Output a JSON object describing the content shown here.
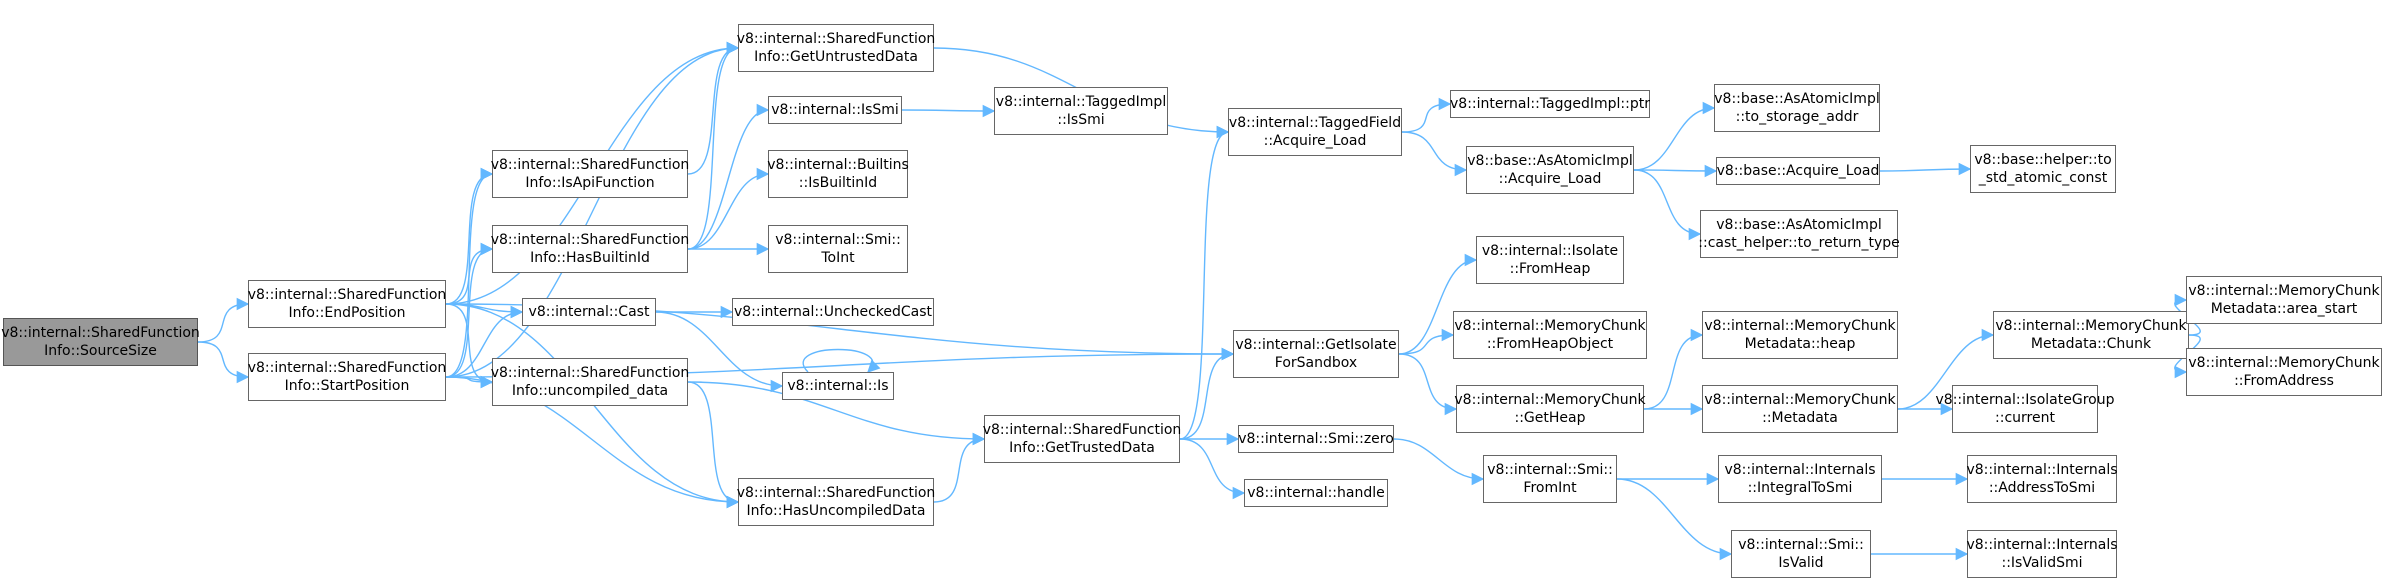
{
  "colors": {
    "edge": "#63b8ff",
    "node_border": "#666666",
    "root_fill": "#999999"
  },
  "nodes": [
    {
      "id": "root",
      "lines": [
        "v8::internal::SharedFunction",
        "Info::SourceSize"
      ],
      "root": true
    },
    {
      "id": "endpos",
      "lines": [
        "v8::internal::SharedFunction",
        "Info::EndPosition"
      ]
    },
    {
      "id": "startpos",
      "lines": [
        "v8::internal::SharedFunction",
        "Info::StartPosition"
      ]
    },
    {
      "id": "getuntrusted",
      "lines": [
        "v8::internal::SharedFunction",
        "Info::GetUntrustedData"
      ]
    },
    {
      "id": "isapi",
      "lines": [
        "v8::internal::SharedFunction",
        "Info::IsApiFunction"
      ]
    },
    {
      "id": "hasbuiltin",
      "lines": [
        "v8::internal::SharedFunction",
        "Info::HasBuiltinId"
      ]
    },
    {
      "id": "cast",
      "lines": [
        "v8::internal::Cast"
      ]
    },
    {
      "id": "uncompiled",
      "lines": [
        "v8::internal::SharedFunction",
        "Info::uncompiled_data"
      ]
    },
    {
      "id": "hasuncompiled",
      "lines": [
        "v8::internal::SharedFunction",
        "Info::HasUncompiledData"
      ]
    },
    {
      "id": "issmi",
      "lines": [
        "v8::internal::IsSmi"
      ]
    },
    {
      "id": "isbuiltinid",
      "lines": [
        "v8::internal::Builtins",
        "::IsBuiltinId"
      ]
    },
    {
      "id": "smitoint",
      "lines": [
        "v8::internal::Smi::",
        "ToInt"
      ]
    },
    {
      "id": "uncheckedcast",
      "lines": [
        "v8::internal::UncheckedCast"
      ]
    },
    {
      "id": "is",
      "lines": [
        "v8::internal::Is"
      ]
    },
    {
      "id": "taggedissmi",
      "lines": [
        "v8::internal::TaggedImpl",
        "::IsSmi"
      ]
    },
    {
      "id": "gettrusted",
      "lines": [
        "v8::internal::SharedFunction",
        "Info::GetTrustedData"
      ]
    },
    {
      "id": "taggedfield",
      "lines": [
        "v8::internal::TaggedField",
        "::Acquire_Load"
      ]
    },
    {
      "id": "getisolate",
      "lines": [
        "v8::internal::GetIsolate",
        "ForSandbox"
      ]
    },
    {
      "id": "smizero",
      "lines": [
        "v8::internal::Smi::zero"
      ]
    },
    {
      "id": "handle",
      "lines": [
        "v8::internal::handle"
      ]
    },
    {
      "id": "taggedptr",
      "lines": [
        "v8::internal::TaggedImpl::ptr"
      ]
    },
    {
      "id": "atomicacq",
      "lines": [
        "v8::base::AsAtomicImpl",
        "::Acquire_Load"
      ]
    },
    {
      "id": "isolatefromheap",
      "lines": [
        "v8::internal::Isolate",
        "::FromHeap"
      ]
    },
    {
      "id": "mcfromheapobj",
      "lines": [
        "v8::internal::MemoryChunk",
        "::FromHeapObject"
      ]
    },
    {
      "id": "mcgetheap",
      "lines": [
        "v8::internal::MemoryChunk",
        "::GetHeap"
      ]
    },
    {
      "id": "smifromint",
      "lines": [
        "v8::internal::Smi::",
        "FromInt"
      ]
    },
    {
      "id": "tostorage",
      "lines": [
        "v8::base::AsAtomicImpl",
        "::to_storage_addr"
      ]
    },
    {
      "id": "baseacq",
      "lines": [
        "v8::base::Acquire_Load"
      ]
    },
    {
      "id": "casthelper",
      "lines": [
        "v8::base::AsAtomicImpl",
        "::cast_helper::to_return_type"
      ]
    },
    {
      "id": "mcmetaheap",
      "lines": [
        "v8::internal::MemoryChunk",
        "Metadata::heap"
      ]
    },
    {
      "id": "mcmetadata",
      "lines": [
        "v8::internal::MemoryChunk",
        "::Metadata"
      ]
    },
    {
      "id": "integraltosmi",
      "lines": [
        "v8::internal::Internals",
        "::IntegralToSmi"
      ]
    },
    {
      "id": "smiisvalid",
      "lines": [
        "v8::internal::Smi::",
        "IsValid"
      ]
    },
    {
      "id": "tostdatomic",
      "lines": [
        "v8::base::helper::to",
        "_std_atomic_const"
      ]
    },
    {
      "id": "mcmetachunk",
      "lines": [
        "v8::internal::MemoryChunk",
        "Metadata::Chunk"
      ]
    },
    {
      "id": "isolategroup",
      "lines": [
        "v8::internal::IsolateGroup",
        "::current"
      ]
    },
    {
      "id": "addresstosmi",
      "lines": [
        "v8::internal::Internals",
        "::AddressToSmi"
      ]
    },
    {
      "id": "isvalidsmi",
      "lines": [
        "v8::internal::Internals",
        "::IsValidSmi"
      ]
    },
    {
      "id": "areastart",
      "lines": [
        "v8::internal::MemoryChunk",
        "Metadata::area_start"
      ]
    },
    {
      "id": "fromaddress",
      "lines": [
        "v8::internal::MemoryChunk",
        "::FromAddress"
      ]
    }
  ],
  "edges": [
    [
      "root",
      "endpos"
    ],
    [
      "root",
      "startpos"
    ],
    [
      "endpos",
      "getuntrusted"
    ],
    [
      "endpos",
      "isapi"
    ],
    [
      "endpos",
      "hasbuiltin"
    ],
    [
      "endpos",
      "cast"
    ],
    [
      "endpos",
      "uncompiled"
    ],
    [
      "endpos",
      "hasuncompiled"
    ],
    [
      "endpos",
      "getisolate"
    ],
    [
      "startpos",
      "getuntrusted"
    ],
    [
      "startpos",
      "isapi"
    ],
    [
      "startpos",
      "hasbuiltin"
    ],
    [
      "startpos",
      "cast"
    ],
    [
      "startpos",
      "uncompiled"
    ],
    [
      "startpos",
      "hasuncompiled"
    ],
    [
      "startpos",
      "getisolate"
    ],
    [
      "getuntrusted",
      "taggedfield"
    ],
    [
      "isapi",
      "getuntrusted"
    ],
    [
      "hasbuiltin",
      "getuntrusted"
    ],
    [
      "hasbuiltin",
      "issmi"
    ],
    [
      "hasbuiltin",
      "isbuiltinid"
    ],
    [
      "hasbuiltin",
      "smitoint"
    ],
    [
      "cast",
      "uncheckedcast"
    ],
    [
      "cast",
      "is"
    ],
    [
      "is",
      "is"
    ],
    [
      "uncompiled",
      "hasuncompiled"
    ],
    [
      "uncompiled",
      "gettrusted"
    ],
    [
      "hasuncompiled",
      "gettrusted"
    ],
    [
      "issmi",
      "taggedissmi"
    ],
    [
      "gettrusted",
      "taggedfield"
    ],
    [
      "gettrusted",
      "getisolate"
    ],
    [
      "gettrusted",
      "smizero"
    ],
    [
      "gettrusted",
      "handle"
    ],
    [
      "taggedfield",
      "taggedptr"
    ],
    [
      "taggedfield",
      "atomicacq"
    ],
    [
      "atomicacq",
      "tostorage"
    ],
    [
      "atomicacq",
      "baseacq"
    ],
    [
      "atomicacq",
      "casthelper"
    ],
    [
      "baseacq",
      "tostdatomic"
    ],
    [
      "getisolate",
      "isolatefromheap"
    ],
    [
      "getisolate",
      "mcfromheapobj"
    ],
    [
      "getisolate",
      "mcgetheap"
    ],
    [
      "mcgetheap",
      "mcmetaheap"
    ],
    [
      "mcgetheap",
      "mcmetadata"
    ],
    [
      "mcmetadata",
      "mcmetachunk"
    ],
    [
      "mcmetadata",
      "isolategroup"
    ],
    [
      "mcmetachunk",
      "areastart"
    ],
    [
      "mcmetachunk",
      "fromaddress"
    ],
    [
      "smizero",
      "smifromint"
    ],
    [
      "smifromint",
      "integraltosmi"
    ],
    [
      "smifromint",
      "smiisvalid"
    ],
    [
      "integraltosmi",
      "addresstosmi"
    ],
    [
      "smiisvalid",
      "isvalidsmi"
    ]
  ]
}
